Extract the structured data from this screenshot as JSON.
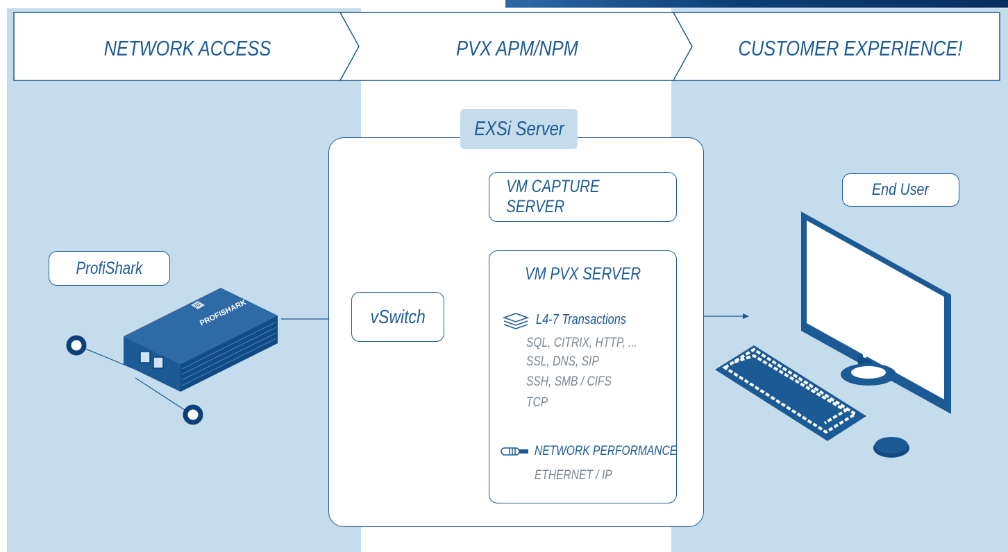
{
  "stages": [
    {
      "label": "NETWORK ACCESS"
    },
    {
      "label": "PVX APM/NPM"
    },
    {
      "label": "CUSTOMER EXPERIENCE!"
    }
  ],
  "profishark": {
    "label": "ProfiShark",
    "device_brand": "PROFISHARK",
    "device_badge": "1G"
  },
  "exsi": {
    "label": "EXSi Server"
  },
  "vswitch": {
    "label": "vSwitch"
  },
  "capture": {
    "label": "VM CAPTURE SERVER"
  },
  "pvx": {
    "label": "VM PVX SERVER",
    "transactions": {
      "icon": "layers-icon",
      "label": "L4-7 Transactions",
      "items": [
        "SQL, CITRIX, HTTP, ...",
        "SSL, DNS, SIP",
        "SSH, SMB / CIFS",
        "TCP"
      ]
    },
    "network": {
      "icon": "cable-icon",
      "label": "NETWORK PERFORMANCE",
      "items": [
        "ETHERNET / IP"
      ]
    }
  },
  "end_user": {
    "label": "End User"
  },
  "colors": {
    "accent": "#1b5a94",
    "panel": "#c5dced",
    "muted": "#7a8590",
    "dark": "#0d3f78"
  }
}
